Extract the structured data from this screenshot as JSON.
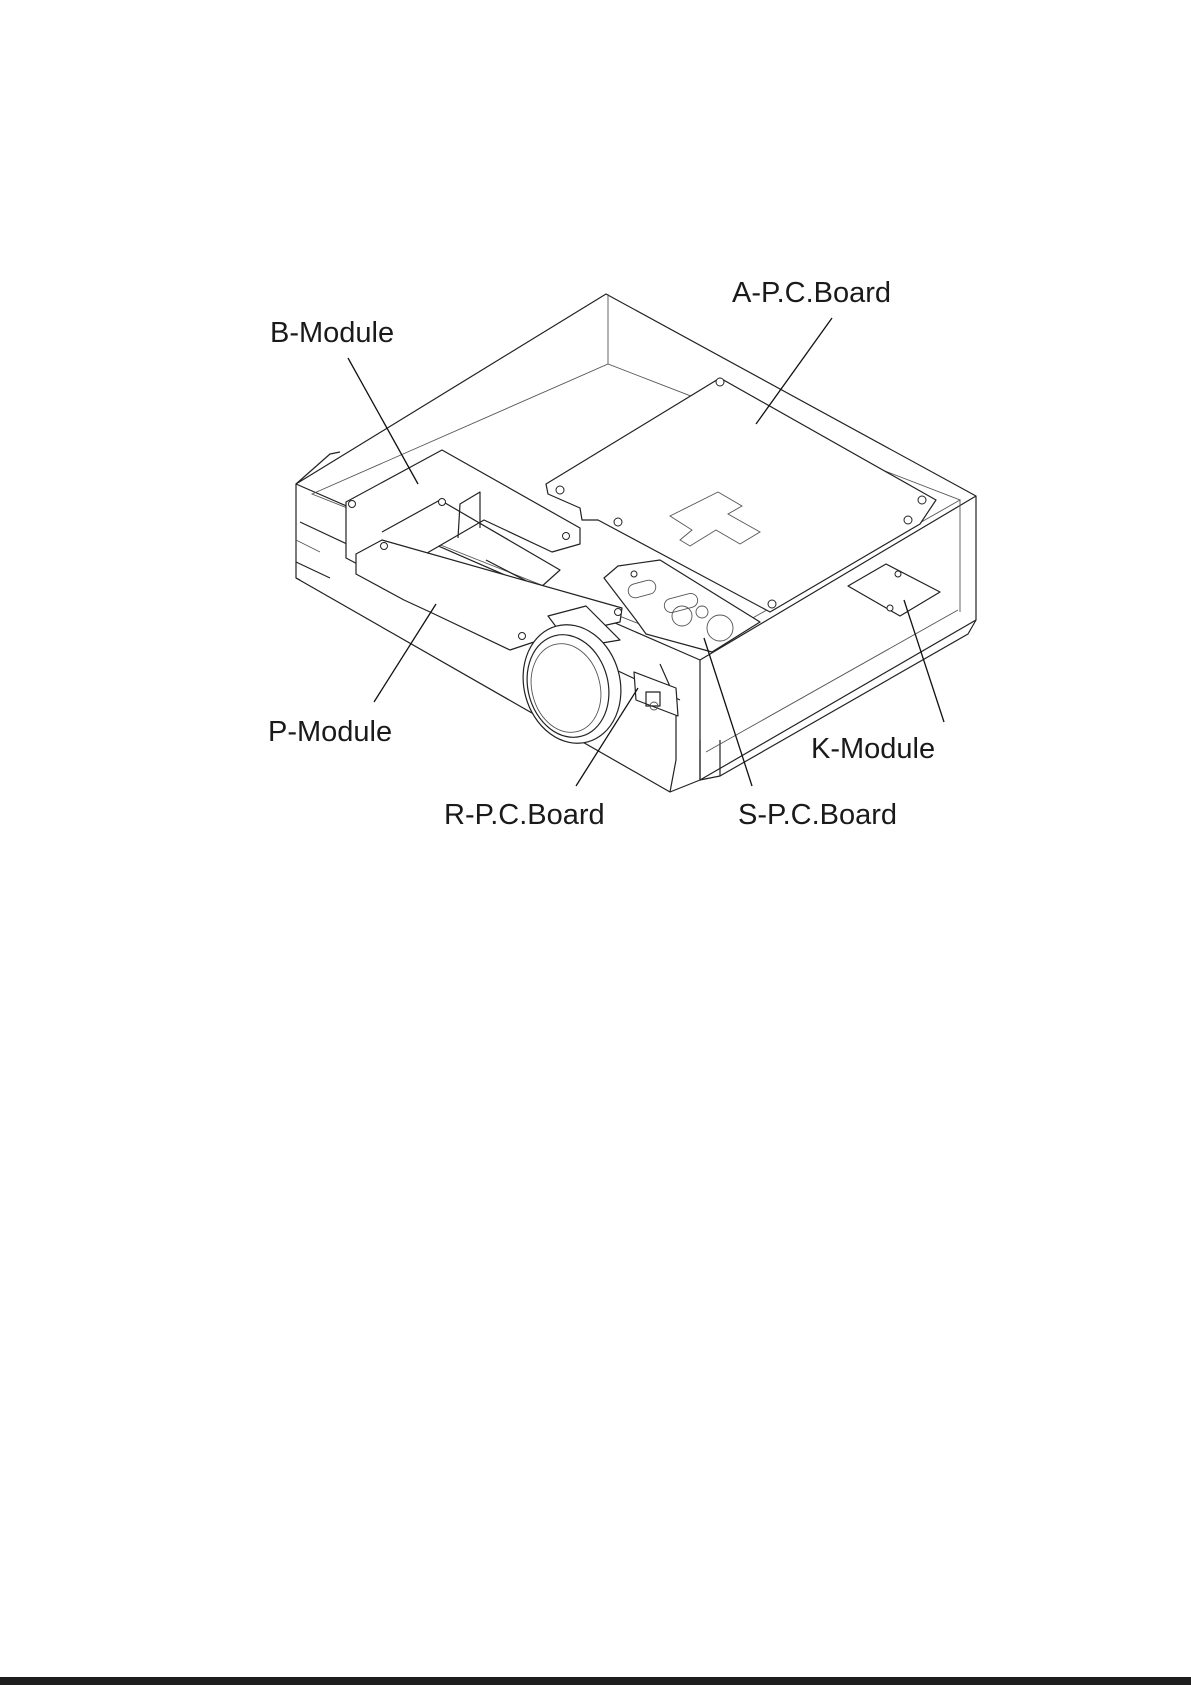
{
  "labels": {
    "a_pc_board": "A-P.C.Board",
    "b_module": "B-Module",
    "p_module": "P-Module",
    "r_pc_board": "R-P.C.Board",
    "s_pc_board": "S-P.C.Board",
    "k_module": "K-Module"
  }
}
